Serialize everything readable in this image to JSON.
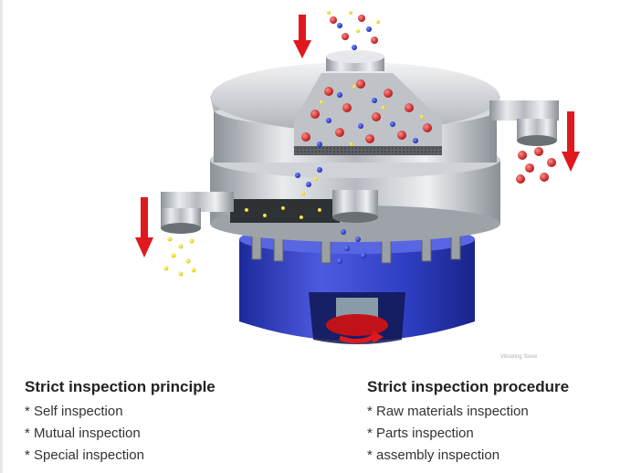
{
  "illustration": {
    "subject": "vibrating sieve machine cross-section",
    "icons": [
      "down-arrow-icon",
      "rotation-arrow-icon"
    ],
    "colors": {
      "steel": "#c9ccd1",
      "base_blue": "#3a43c8",
      "arrow_red": "#e0191f",
      "red_particle": "#d21e1e",
      "blue_particle": "#2333c7",
      "yellow_particle": "#f2e400"
    },
    "watermark": "Vibrating Sieve"
  },
  "left_column": {
    "heading": "Strict inspection principle",
    "items": [
      "* Self inspection",
      "* Mutual inspection",
      "* Special inspection"
    ]
  },
  "right_column": {
    "heading": "Strict inspection procedure",
    "items": [
      "* Raw materials inspection",
      "* Parts inspection",
      "* assembly inspection"
    ]
  }
}
